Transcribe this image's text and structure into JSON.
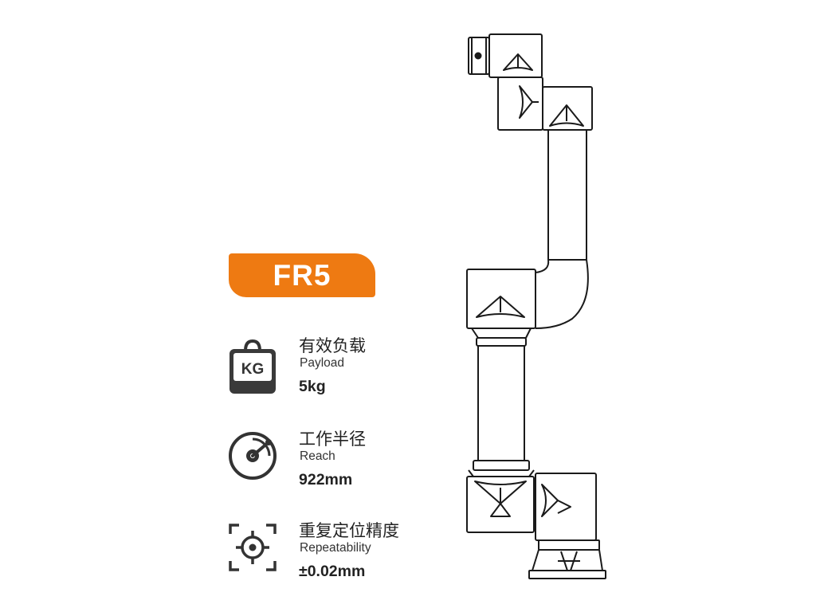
{
  "model": {
    "name": "FR5",
    "badge_color": "#ee7a12"
  },
  "specs": [
    {
      "icon": "kg-weight-icon",
      "label_cn": "有效负载",
      "label_en": "Payload",
      "value": "5kg"
    },
    {
      "icon": "reach-dial-icon",
      "label_cn": "工作半径",
      "label_en": "Reach",
      "value": "922mm"
    },
    {
      "icon": "crosshair-target-icon",
      "label_cn": "重复定位精度",
      "label_en": "Repeatability",
      "value": "±0.02mm"
    }
  ],
  "icon_text": {
    "weight": "KG"
  }
}
